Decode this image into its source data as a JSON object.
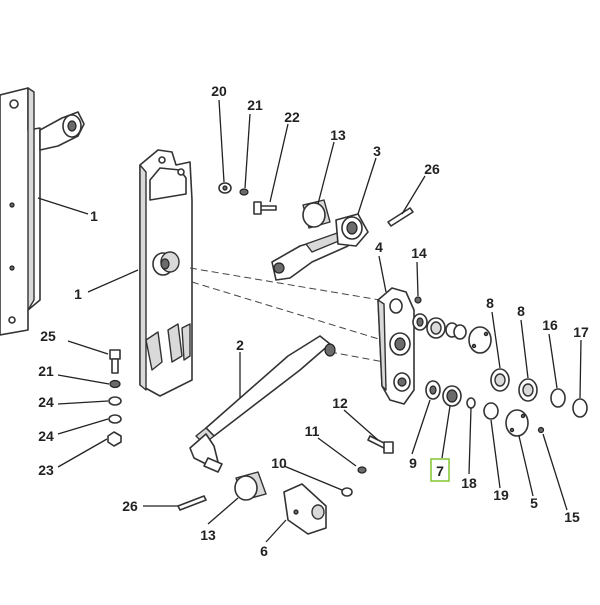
{
  "diagram": {
    "callouts": [
      {
        "id": "c20a",
        "text": "20"
      },
      {
        "id": "c21a",
        "text": "21"
      },
      {
        "id": "c22",
        "text": "22"
      },
      {
        "id": "c13a",
        "text": "13"
      },
      {
        "id": "c3",
        "text": "3"
      },
      {
        "id": "c26a",
        "text": "26"
      },
      {
        "id": "c1a",
        "text": "1"
      },
      {
        "id": "c1b",
        "text": "1"
      },
      {
        "id": "c4",
        "text": "4"
      },
      {
        "id": "c14",
        "text": "14"
      },
      {
        "id": "c8a",
        "text": "8"
      },
      {
        "id": "c8b",
        "text": "8"
      },
      {
        "id": "c16",
        "text": "16"
      },
      {
        "id": "c17",
        "text": "17"
      },
      {
        "id": "c25",
        "text": "25"
      },
      {
        "id": "c2",
        "text": "2"
      },
      {
        "id": "c21b",
        "text": "21"
      },
      {
        "id": "c24a",
        "text": "24"
      },
      {
        "id": "c24b",
        "text": "24"
      },
      {
        "id": "c23",
        "text": "23"
      },
      {
        "id": "c12",
        "text": "12"
      },
      {
        "id": "c11",
        "text": "11"
      },
      {
        "id": "c9",
        "text": "9"
      },
      {
        "id": "c7",
        "text": "7"
      },
      {
        "id": "c18",
        "text": "18"
      },
      {
        "id": "c19",
        "text": "19"
      },
      {
        "id": "c5",
        "text": "5"
      },
      {
        "id": "c15",
        "text": "15"
      },
      {
        "id": "c10",
        "text": "10"
      },
      {
        "id": "c26b",
        "text": "26"
      },
      {
        "id": "c13b",
        "text": "13"
      },
      {
        "id": "c6",
        "text": "6"
      }
    ],
    "highlighted_callout": "7",
    "highlight_color": "#8cc63f"
  }
}
